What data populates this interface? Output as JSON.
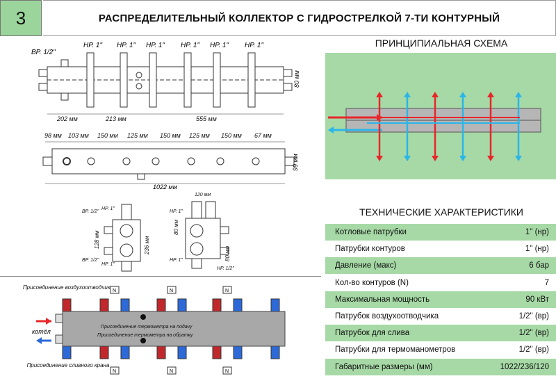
{
  "header": {
    "number": "3",
    "title": "РАСПРЕДЕЛИТЕЛЬНЫЙ КОЛЛЕКТОР С ГИДРОСТРЕЛКОЙ 7-ТИ КОНТУРНЫЙ"
  },
  "top_view": {
    "thread_vr": "ВР. 1/2\"",
    "thread_nr": [
      "НР. 1\"",
      "НР. 1\"",
      "НР. 1\"",
      "НР. 1\"",
      "НР. 1\"",
      "НР. 1\""
    ],
    "dims": [
      "202 мм",
      "213 мм",
      "555 мм"
    ],
    "height": "80 мм"
  },
  "front_view": {
    "dims": [
      "98 мм",
      "103 мм",
      "150 мм",
      "125 мм",
      "150 мм",
      "125 мм",
      "150 мм",
      "67 мм"
    ],
    "total": "1022 мм",
    "height": "99 мм"
  },
  "side_views": {
    "left": {
      "labels": [
        "ВР. 1/2\"",
        "НР. 1\"",
        "НР. 1\"",
        "ВР. 1/2\""
      ],
      "dim_a": "128 мм",
      "dim_b": "236 мм"
    },
    "right": {
      "labels": [
        "НР. 1\"",
        "НР. 1\"",
        "НР. 1/2\""
      ],
      "width": "120 мм",
      "dim_a": "80 мм",
      "dim_b": "80 мм"
    }
  },
  "connection": {
    "air_vent": "Присоединение воздухоотводчика",
    "boiler": "котёл",
    "drain": "Присоединение сливного крана",
    "therm_supply": "Присоединение термометра на подачу",
    "therm_return": "Присоединение термометра на обратку",
    "n_label": "N"
  },
  "schema": {
    "title": "ПРИНЦИПИАЛЬНАЯ СХЕМА",
    "hot": "#e8262a",
    "cold": "#29b6e8"
  },
  "tech": {
    "title": "ТЕХНИЧЕСКИЕ ХАРАКТЕРИСТИКИ",
    "rows": [
      {
        "k": "Котловые патрубки",
        "v": "1\" (нр)"
      },
      {
        "k": "Патрубки контуров",
        "v": "1\" (нр)"
      },
      {
        "k": "Давление (макс)",
        "v": "6 бар"
      },
      {
        "k": "Кол-во контуров (N)",
        "v": "7"
      },
      {
        "k": "Максимальная мощность",
        "v": "90 кВт"
      },
      {
        "k": "Патрубок воздухоотводчика",
        "v": "1/2\" (вр)"
      },
      {
        "k": "Патрубок для слива",
        "v": "1/2\" (вр)"
      },
      {
        "k": "Патрубки для термоманометров",
        "v": "1/2\" (вр)"
      },
      {
        "k": "Габаритные размеры (мм)",
        "v": "1022/236/120"
      }
    ]
  }
}
